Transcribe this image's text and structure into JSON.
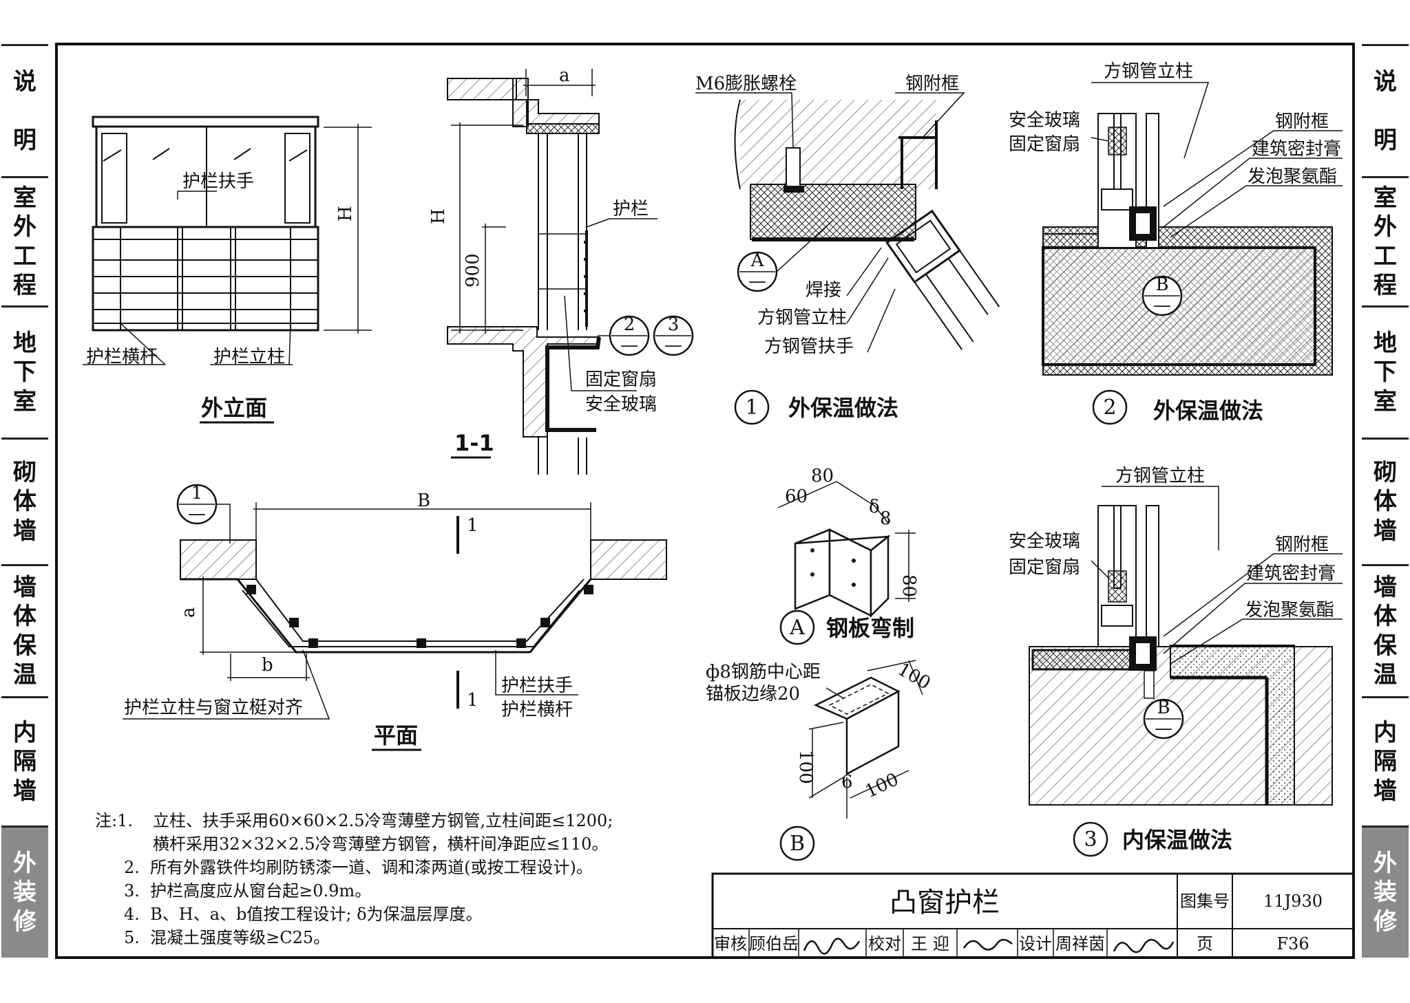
{
  "side_tabs": {
    "left": [
      {
        "label": "说\n\n明",
        "active": false
      },
      {
        "label": "室\n外\n工\n程",
        "active": false
      },
      {
        "label": "地\n下\n室",
        "active": false
      },
      {
        "label": "砌\n体\n墙",
        "active": false
      },
      {
        "label": "墙\n体\n保\n温",
        "active": false
      },
      {
        "label": "内\n隔\n墙",
        "active": false
      },
      {
        "label": "外\n装\n修",
        "active": true
      }
    ],
    "right": [
      {
        "label": "说\n\n明",
        "active": false
      },
      {
        "label": "室\n外\n工\n程",
        "active": false
      },
      {
        "label": "地\n下\n室",
        "active": false
      },
      {
        "label": "砌\n体\n墙",
        "active": false
      },
      {
        "label": "墙\n体\n保\n温",
        "active": false
      },
      {
        "label": "内\n隔\n墙",
        "active": false
      },
      {
        "label": "外\n装\n修",
        "active": true
      }
    ]
  },
  "elevation": {
    "handrail": "护栏扶手",
    "rail": "护栏横杆",
    "post": "护栏立柱",
    "height": "H",
    "caption": "外立面"
  },
  "section": {
    "dim_a": "a",
    "dim_h": "H",
    "dim_900": "900",
    "guard": "护栏",
    "sash": "固定窗扇",
    "glass": "安全玻璃",
    "ref2": "2",
    "ref3": "3",
    "ref_sub": "—",
    "caption": "1-1"
  },
  "plan": {
    "dim_b_total": "B",
    "dim_a": "a",
    "dim_b": "b",
    "cut": "1",
    "ref1": "1",
    "ref_sub": "—",
    "align_note": "护栏立柱与窗立梃对齐",
    "handrail": "护栏扶手",
    "rail": "护栏横杆",
    "caption": "平面"
  },
  "detail1": {
    "bolt": "M6膨胀螺栓",
    "frame": "钢附框",
    "refA": "A",
    "ref_sub": "—",
    "weld": "焊接",
    "post": "方钢管立柱",
    "handrail": "方钢管扶手",
    "number": "1",
    "caption": "外保温做法"
  },
  "detail2": {
    "post": "方钢管立柱",
    "glass": "安全玻璃",
    "sash": "固定窗扇",
    "frame": "钢附框",
    "sealant": "建筑密封膏",
    "foam": "发泡聚氨酯",
    "refB": "B",
    "ref_sub": "—",
    "number": "2",
    "caption": "外保温做法"
  },
  "detail3": {
    "post": "方钢管立柱",
    "glass": "安全玻璃",
    "sash": "固定窗扇",
    "frame": "钢附框",
    "sealant": "建筑密封膏",
    "foam": "发泡聚氨酯",
    "refB": "B",
    "ref_sub": "—",
    "number": "3",
    "caption": "内保温做法"
  },
  "detailA": {
    "d60": "60",
    "d80a": "80",
    "d80b": "80",
    "delta": "δ",
    "d8": "8",
    "label": "A",
    "caption": "钢板弯制"
  },
  "detailB": {
    "note1": "ф8钢筋中心距",
    "note2": "锚板边缘20",
    "d100a": "100",
    "d100b": "100",
    "d100c": "100",
    "d6": "6",
    "label": "B"
  },
  "notes": {
    "head": "注:1.",
    "l1": "立柱、扶手采用60×60×2.5冷弯薄壁方钢管,立柱间距≤1200;",
    "l1b": "横杆采用32×32×2.5冷弯薄壁方钢管，横杆间净距应≤110。",
    "l2": "2.  所有外露铁件均刷防锈漆一道、调和漆两道(或按工程设计)。",
    "l3": "3.  护栏高度应从窗台起≥0.9m。",
    "l4": "4.  B、H、a、b值按工程设计; δ为保温层厚度。",
    "l5": "5.  混凝土强度等级≥C25。"
  },
  "title_block": {
    "title": "凸窗护栏",
    "atlas_label": "图集号",
    "atlas_no": "11J930",
    "page_label": "页",
    "page_no": "F36",
    "review_label": "审核",
    "reviewer": "顾伯岳",
    "check_label": "校对",
    "checker": "王 迎",
    "design_label": "设计",
    "designer": "周祥茵"
  }
}
